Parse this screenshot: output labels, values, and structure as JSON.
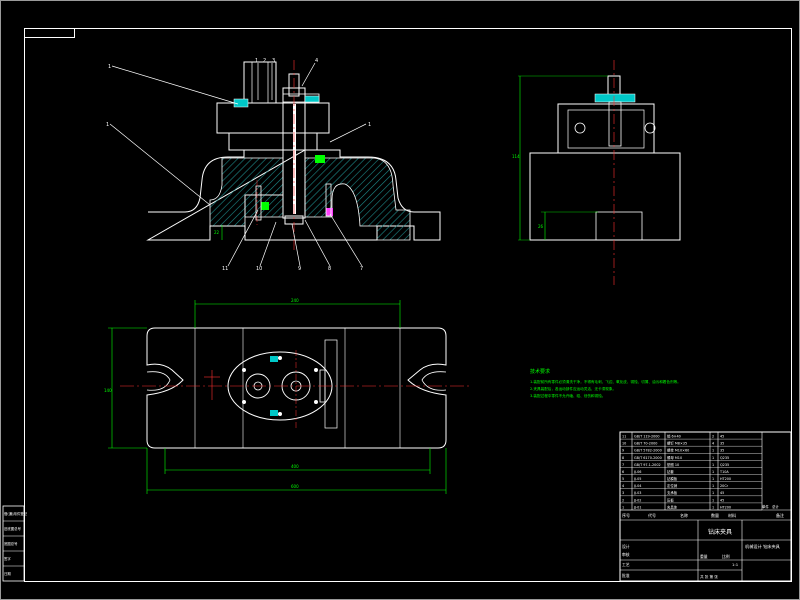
{
  "colors": {
    "background": "#000000",
    "outline": "#ffffff",
    "hatch": "#1e8a8a",
    "center_line": "#ff3030",
    "dimension": "#00ff00",
    "notes": "#00ff00",
    "leader": "#ffffff",
    "magenta_part": "#ff40ff",
    "cyan_part": "#00c8c8"
  },
  "balloons": {
    "top": [
      "1",
      "2",
      "3",
      "4"
    ],
    "left": [
      "1",
      "1"
    ],
    "right": [
      "1"
    ],
    "bottom": [
      "11",
      "10",
      "9",
      "8",
      "7"
    ]
  },
  "dimensions": {
    "section_height": "22",
    "side_height_total": "114",
    "side_height_part": "26",
    "plan_inner_width": "240",
    "plan_total_width": "400",
    "plan_overall_width": "600",
    "plan_height": "140"
  },
  "notes": {
    "title": "技术要求",
    "lines": [
      "1.装配前所有零件必须清洗干净，不得有毛刺、飞边、氧化皮、锈蚀、切屑、油污和着色剂等。",
      "2.夹具装配后，各运动部件应运动灵活，无卡滞现象。",
      "3.装配过程中零件不允许磕、碰、划伤和锈蚀。"
    ]
  },
  "title_block": {
    "bom_rows": [
      [
        "11",
        "GB/T 119-2000",
        "销 6×40",
        "2",
        "45"
      ],
      [
        "10",
        "GB/T 70-2000",
        "螺钉 M8×35",
        "4",
        "35"
      ],
      [
        "9",
        "GB/T 5782-2000",
        "螺栓 M10×60",
        "1",
        "35"
      ],
      [
        "8",
        "GB/T 6170-2000",
        "螺母 M10",
        "1",
        "Q235"
      ],
      [
        "7",
        "GB/T 97.1-2002",
        "垫圈 10",
        "1",
        "Q235"
      ],
      [
        "6",
        "JJ-06",
        "钻套",
        "1",
        "T10A"
      ],
      [
        "5",
        "JJ-05",
        "钻模板",
        "1",
        "HT200"
      ],
      [
        "4",
        "JJ-04",
        "定位销",
        "1",
        "20Cr"
      ],
      [
        "3",
        "JJ-03",
        "支承板",
        "1",
        "45"
      ],
      [
        "2",
        "JJ-02",
        "压板",
        "1",
        "45"
      ],
      [
        "1",
        "JJ-01",
        "夹具体",
        "1",
        "HT200"
      ]
    ],
    "header_labels": [
      "序号",
      "代号",
      "名称",
      "数量",
      "材料",
      "单件",
      "总计",
      "备注"
    ],
    "designer_label": "设计",
    "checker_label": "审核",
    "process_label": "工艺",
    "approve_label": "批准",
    "drawing_name": "钻床夹具",
    "drawing_subtitle": "机械设计  钻床夹具",
    "scale_label": "比例",
    "scale_value": "1:1",
    "sheet_label": "共  张  第  张",
    "mass_label": "重量"
  },
  "margin_block": {
    "rows": [
      "借(通)用件登记",
      "旧底图总号",
      "底图总号",
      "签字",
      "日期"
    ]
  }
}
